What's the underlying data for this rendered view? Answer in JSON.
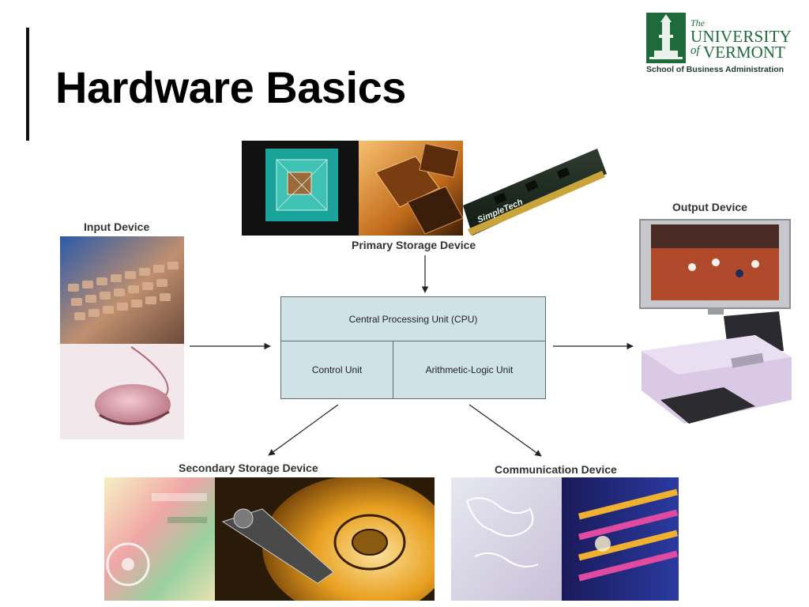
{
  "title": "Hardware Basics",
  "logo": {
    "the": "The",
    "university": "UNIVERSITY",
    "of": "of",
    "vermont": "VERMONT",
    "school": "School of Business Administration"
  },
  "diagram": {
    "primary_storage": "Primary Storage Device",
    "input": "Input Device",
    "output": "Output Device",
    "secondary_storage": "Secondary Storage Device",
    "communication": "Communication Device",
    "cpu": "Central Processing Unit (CPU)",
    "control_unit": "Control Unit",
    "alu": "Arithmetic-Logic Unit",
    "ram_brand": "SimpleTech"
  },
  "colors": {
    "cpu_fill": "#cfe3e6",
    "logo_green": "#1f6a3a"
  }
}
